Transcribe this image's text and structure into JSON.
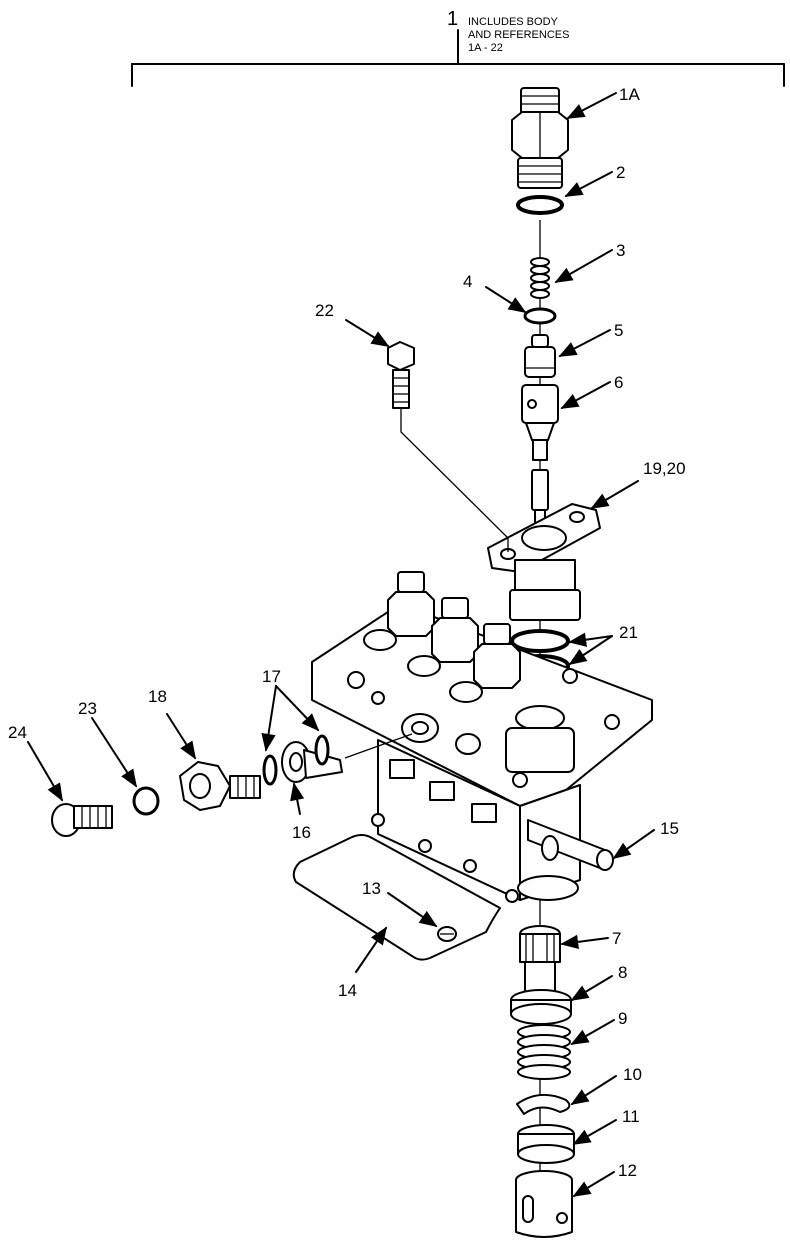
{
  "header": {
    "ref_number": "1",
    "line1": "INCLUDES BODY",
    "line2": "AND REFERENCES",
    "line3": "1A - 22"
  },
  "callouts": {
    "c1A": "1A",
    "c2": "2",
    "c3": "3",
    "c4": "4",
    "c5": "5",
    "c6": "6",
    "c7": "7",
    "c8": "8",
    "c9": "9",
    "c10": "10",
    "c11": "11",
    "c12": "12",
    "c13": "13",
    "c14": "14",
    "c15": "15",
    "c16": "16",
    "c17": "17",
    "c18": "18",
    "c19_20": "19,20",
    "c21": "21",
    "c22": "22",
    "c23": "23",
    "c24": "24"
  }
}
